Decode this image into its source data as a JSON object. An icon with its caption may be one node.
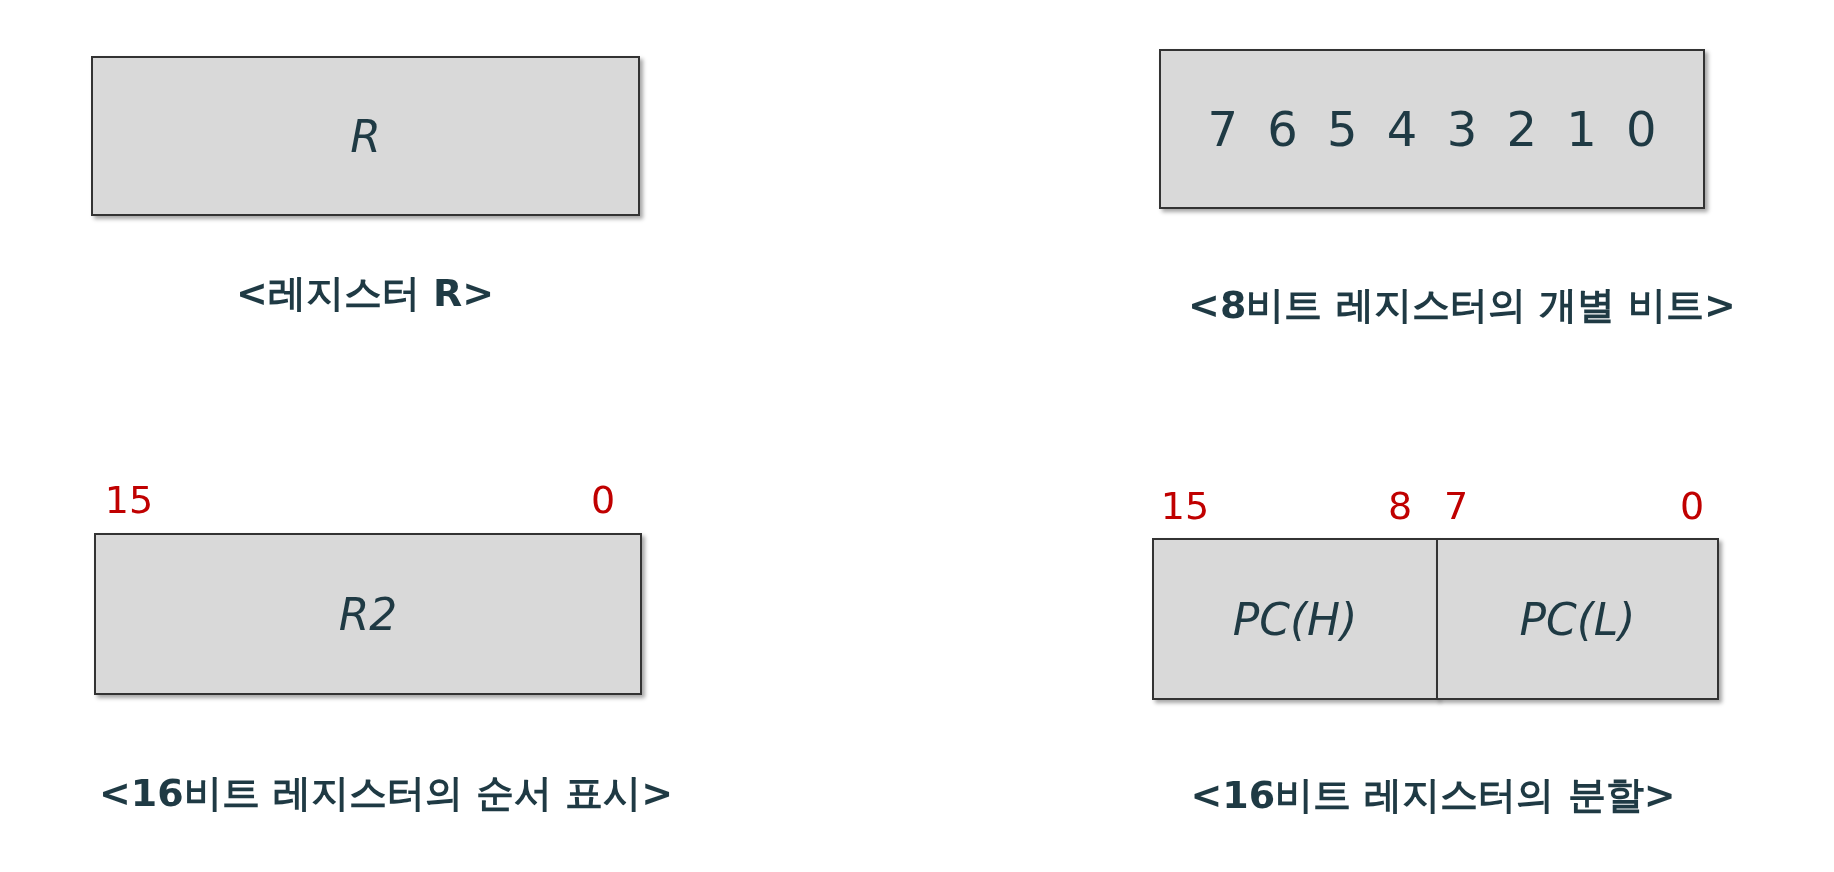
{
  "diagram": {
    "nodes": [
      {
        "text": [
          "R"
        ],
        "beside": [
          "<레지스터 R>"
        ]
      },
      {
        "text": [
          "7 6 5 4 3 2 1 0"
        ],
        "beside": [
          "<8비트 레지스터의 개별 비트>"
        ]
      },
      {
        "text": [
          "R2"
        ],
        "beside": [
          "15",
          "0",
          "<16비트 레지스터의 순서 표시>"
        ]
      },
      {
        "text": [
          "PC(H)"
        ],
        "beside": [
          "15",
          "8"
        ]
      },
      {
        "text": [
          "PC(L)"
        ],
        "beside": [
          "7",
          "0",
          "<16비트 레지스터의 분할>"
        ]
      }
    ]
  }
}
